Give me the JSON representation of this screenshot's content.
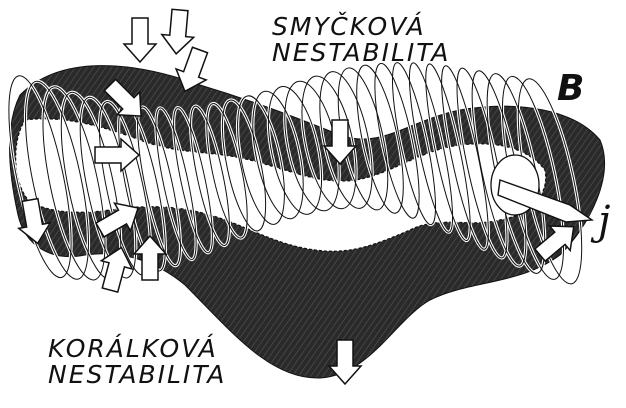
{
  "labels": {
    "loop_instability": [
      "SMYČKOVÁ",
      "NESTABILITA"
    ],
    "coral_instability": [
      "KORÁLKOVÁ",
      "NESTABILITA"
    ],
    "magnetic_field": "B",
    "current": "j"
  },
  "colors": {
    "background": "#ffffff",
    "ink": "#111111",
    "shading": "#1a1a1a"
  },
  "icons": [
    "compression-arrow-icon",
    "helical-field-line-icon",
    "plasma-column-icon",
    "current-arrow-icon"
  ]
}
